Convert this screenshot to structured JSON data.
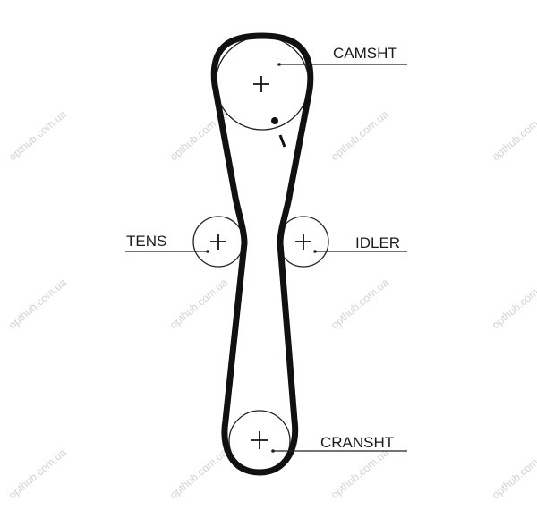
{
  "labels": {
    "camshaft": "CAMSHT",
    "tensioner": "TENS",
    "idler": "IDLER",
    "crankshaft": "CRANSHT"
  },
  "watermark": "opthub.com.ua",
  "colors": {
    "belt": "#111111",
    "leader": "#222222",
    "watermark": "#d2d2d2"
  }
}
